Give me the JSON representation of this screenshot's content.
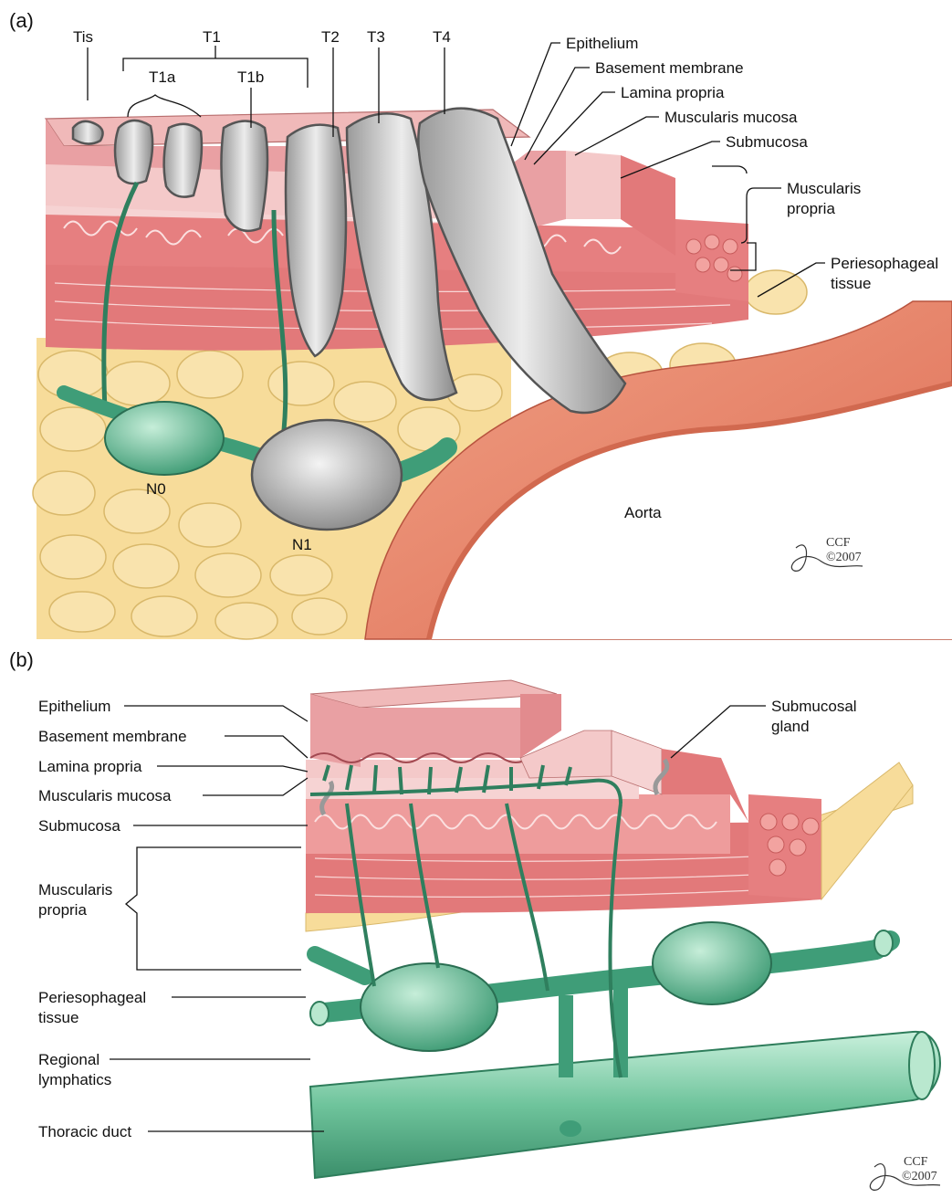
{
  "panel_a": {
    "letter": "(a)",
    "stages": {
      "tis": "Tis",
      "t1": "T1",
      "t1a": "T1a",
      "t1b": "T1b",
      "t2": "T2",
      "t3": "T3",
      "t4": "T4"
    },
    "layers": {
      "epithelium": "Epithelium",
      "basement_membrane": "Basement membrane",
      "lamina_propria": "Lamina propria",
      "muscularis_mucosa": "Muscularis mucosa",
      "submucosa": "Submucosa",
      "muscularis_propria_1": "Muscularis",
      "muscularis_propria_2": "propria",
      "periesophageal_1": "Periesophageal",
      "periesophageal_2": "tissue"
    },
    "nodes": {
      "n0": "N0",
      "n1": "N1"
    },
    "aorta": "Aorta",
    "signature": {
      "org": "CCF",
      "year": "©2007",
      "artist": "Pangrace"
    }
  },
  "panel_b": {
    "letter": "(b)",
    "layers": {
      "epithelium": "Epithelium",
      "basement_membrane": "Basement membrane",
      "lamina_propria": "Lamina propria",
      "muscularis_mucosa": "Muscularis mucosa",
      "submucosa": "Submucosa",
      "muscularis_propria_1": "Muscularis",
      "muscularis_propria_2": "propria",
      "periesophageal_1": "Periesophageal",
      "periesophageal_2": "tissue",
      "regional_lymphatics_1": "Regional",
      "regional_lymphatics_2": "lymphatics",
      "thoracic_duct": "Thoracic duct",
      "submucosal_gland_1": "Submucosal",
      "submucosal_gland_2": "gland"
    },
    "signature": {
      "org": "CCF",
      "year": "©2007",
      "artist": "Pangrace"
    }
  },
  "colors": {
    "epithelium": "#e9a0a3",
    "lamina": "#f4c9c9",
    "muscle": "#e2797a",
    "fat": "#f7dc9a",
    "lymph": "#3f9d78",
    "tumor": "#c9c9c9",
    "aorta": "#e7806a"
  }
}
